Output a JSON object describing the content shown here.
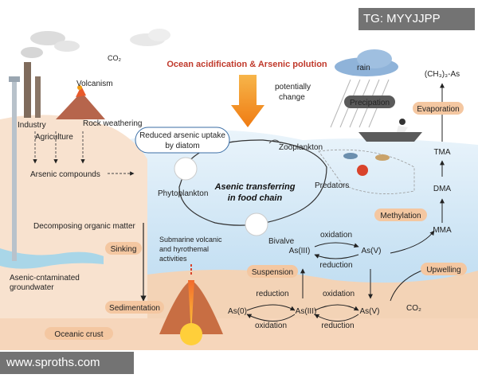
{
  "header": {
    "title": "Ocean acidification & Arsenic polution",
    "arrow_label_1": "potentially",
    "arrow_label_2": "change"
  },
  "watermarks": {
    "top": "TG: MYYJJPP",
    "bottom": "www.sproths.com"
  },
  "land": {
    "co2": "CO₂",
    "volcanism": "Volcanism",
    "industry": "Industry",
    "agriculture": "Agriculture",
    "rock_weathering": "Rock weathering",
    "arsenic_compounds": "Arsenic compounds",
    "decomposing": "Decomposing organic matter",
    "groundwater_1": "Asenic-cntaminated",
    "groundwater_2": "groundwater"
  },
  "food_chain": {
    "callout_1": "Reduced arsenic uptake",
    "callout_2": "by diatom",
    "zooplankton": "Zooplankton",
    "phytoplankton": "Phytoplankton",
    "center_1": "Asenic transferring",
    "center_2": "in food chain",
    "predators": "Predators",
    "bivalve": "Bivalve",
    "submarine_1": "Submarine volcanic",
    "submarine_2": "and hyrothemal",
    "submarine_3": "activities"
  },
  "right_side": {
    "rain": "rain",
    "precipation": "Precipation",
    "evaporation": "Evaporation",
    "ch3as": "(CH₃)₃-As",
    "tma": "TMA",
    "dma": "DMA",
    "mma": "MMA",
    "methylation": "Methylation",
    "upwelling": "Upwelling",
    "co2_bottom": "CO₂"
  },
  "redox": {
    "oxidation_top": "oxidation",
    "as3_top": "As(III)",
    "as5_top": "As(V)",
    "reduction_top": "reduction",
    "suspension": "Suspension",
    "reduction_mid_left": "reduction",
    "oxidation_mid_right": "oxidation",
    "as0": "As(0)",
    "as3_bottom": "As(III)",
    "as5_bottom": "As(V)",
    "oxidation_bottom": "oxidation",
    "reduction_bottom": "reduction"
  },
  "processes": {
    "sinking": "Sinking",
    "sedimentation": "Sedimentation",
    "oceanic_crust": "Oceanic crust"
  },
  "colors": {
    "ocean": "#cfe6f5",
    "sediment": "#f7dcc6",
    "pill": "#f4c7a1",
    "title": "#c0392b",
    "lava": "#e8592b",
    "arrow": "#f39c12"
  }
}
